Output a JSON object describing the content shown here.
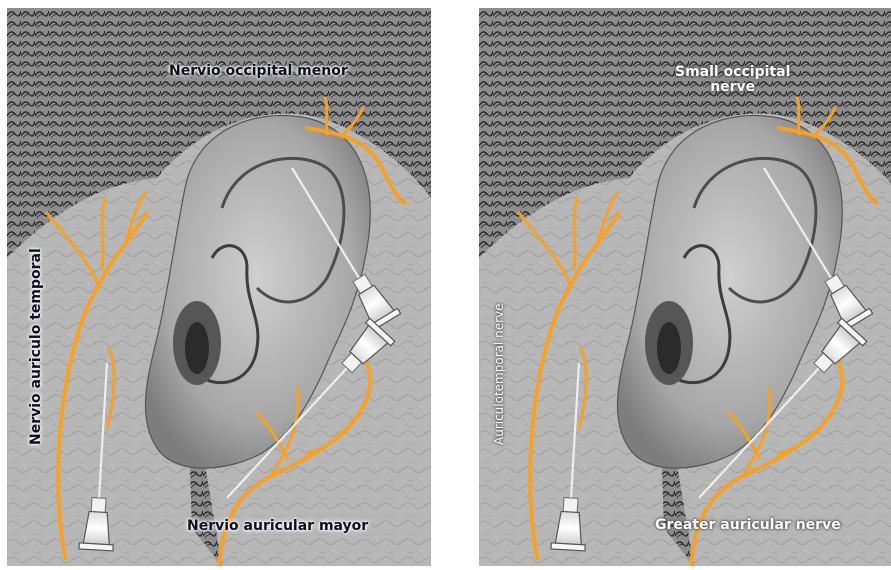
{
  "left_panel": {
    "labels": {
      "occipital": "Nervio occipital menor",
      "auriculotemporal": "Nervio auriculo temporal",
      "greater_auricular": "Nervio auricular mayor"
    }
  },
  "right_panel": {
    "labels": {
      "occipital_line1": "Small occipital",
      "occipital_line2": "nerve",
      "auriculotemporal": "Auriculotemporal nerve",
      "greater_auricular": "Greater auricular nerve"
    }
  },
  "colors": {
    "nerve": "#f6a025",
    "skin": "#b9b9b9",
    "hair": "#2a2a2a",
    "needle_hub": "#f2f2f2"
  }
}
